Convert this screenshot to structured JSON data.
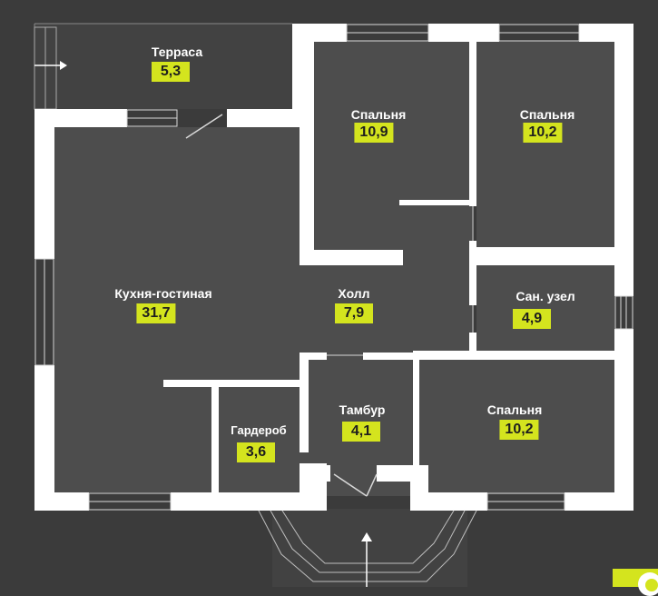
{
  "rooms": {
    "terrace": {
      "name": "Терраса",
      "area": "5,3"
    },
    "bedroom1": {
      "name": "Спальня",
      "area": "10,9"
    },
    "bedroom2": {
      "name": "Спальня",
      "area": "10,2"
    },
    "kitchen": {
      "name": "Кухня-гостиная",
      "area": "31,7"
    },
    "hall": {
      "name": "Холл",
      "area": "7,9"
    },
    "bathroom": {
      "name": "Сан. узел",
      "area": "4,9"
    },
    "vestibule": {
      "name": "Тамбур",
      "area": "4,1"
    },
    "wardrobe": {
      "name": "Гардероб",
      "area": "3,6"
    },
    "bedroom3": {
      "name": "Спальня",
      "area": "10,2"
    }
  },
  "colors": {
    "background": "#3b3b3b",
    "floor": "#4d4d4d",
    "terrace_floor": "#424242",
    "wall": "#ffffff",
    "window": "#d8d8d8",
    "label_bg": "#d4e41e",
    "label_text": "#1e1e1e"
  },
  "icons": [
    "entrance-arrow-icon",
    "terrace-arrow-icon",
    "door-swing-icon"
  ]
}
